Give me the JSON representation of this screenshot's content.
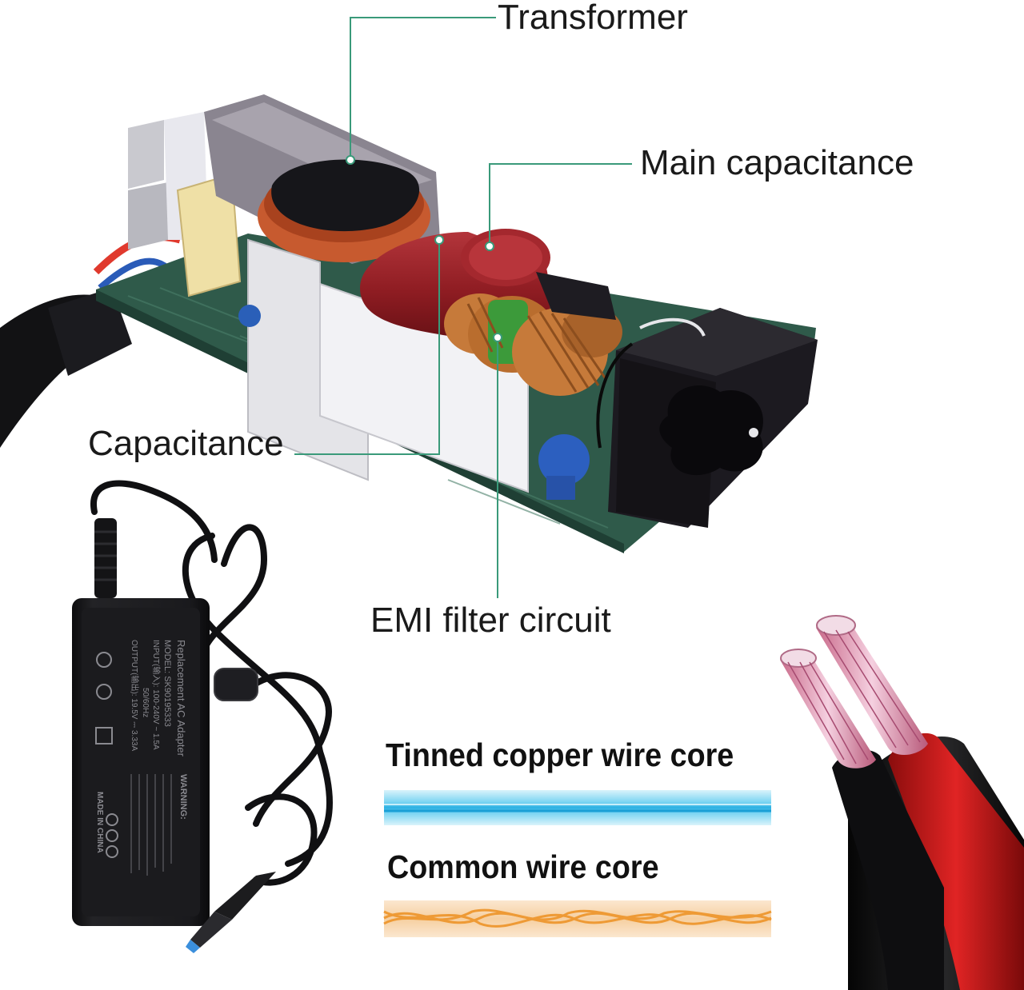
{
  "colors": {
    "leader_line": "#3a9a7a",
    "pcb_green": "#2f5a4a",
    "capacitor_red": "#8e1c22",
    "copper": "#c67a3a",
    "connector_black": "#1c1a20",
    "tinned_blue": "#37b8e6",
    "common_orange": "#f0a040",
    "jacket_red": "#d61e1e"
  },
  "callouts": {
    "transformer": "Transformer",
    "main_capacitance": "Main capacitance",
    "capacitance": "Capacitance",
    "emi_filter": "EMI filter circuit"
  },
  "adapter": {
    "product": "Replacement AC Adapter",
    "model": "MODEL: SK90195333",
    "input": "INPUT(输入): 100-240V ~ 1.5A",
    "frequency": "50/60Hz",
    "output": "OUTPUT(输出): 19.5V ⎓ 3.33A",
    "warning_title": "WARNING:",
    "origin": "MADE IN CHINA"
  },
  "wire_legend": {
    "tinned": "Tinned copper wire core",
    "common": "Common wire core"
  }
}
